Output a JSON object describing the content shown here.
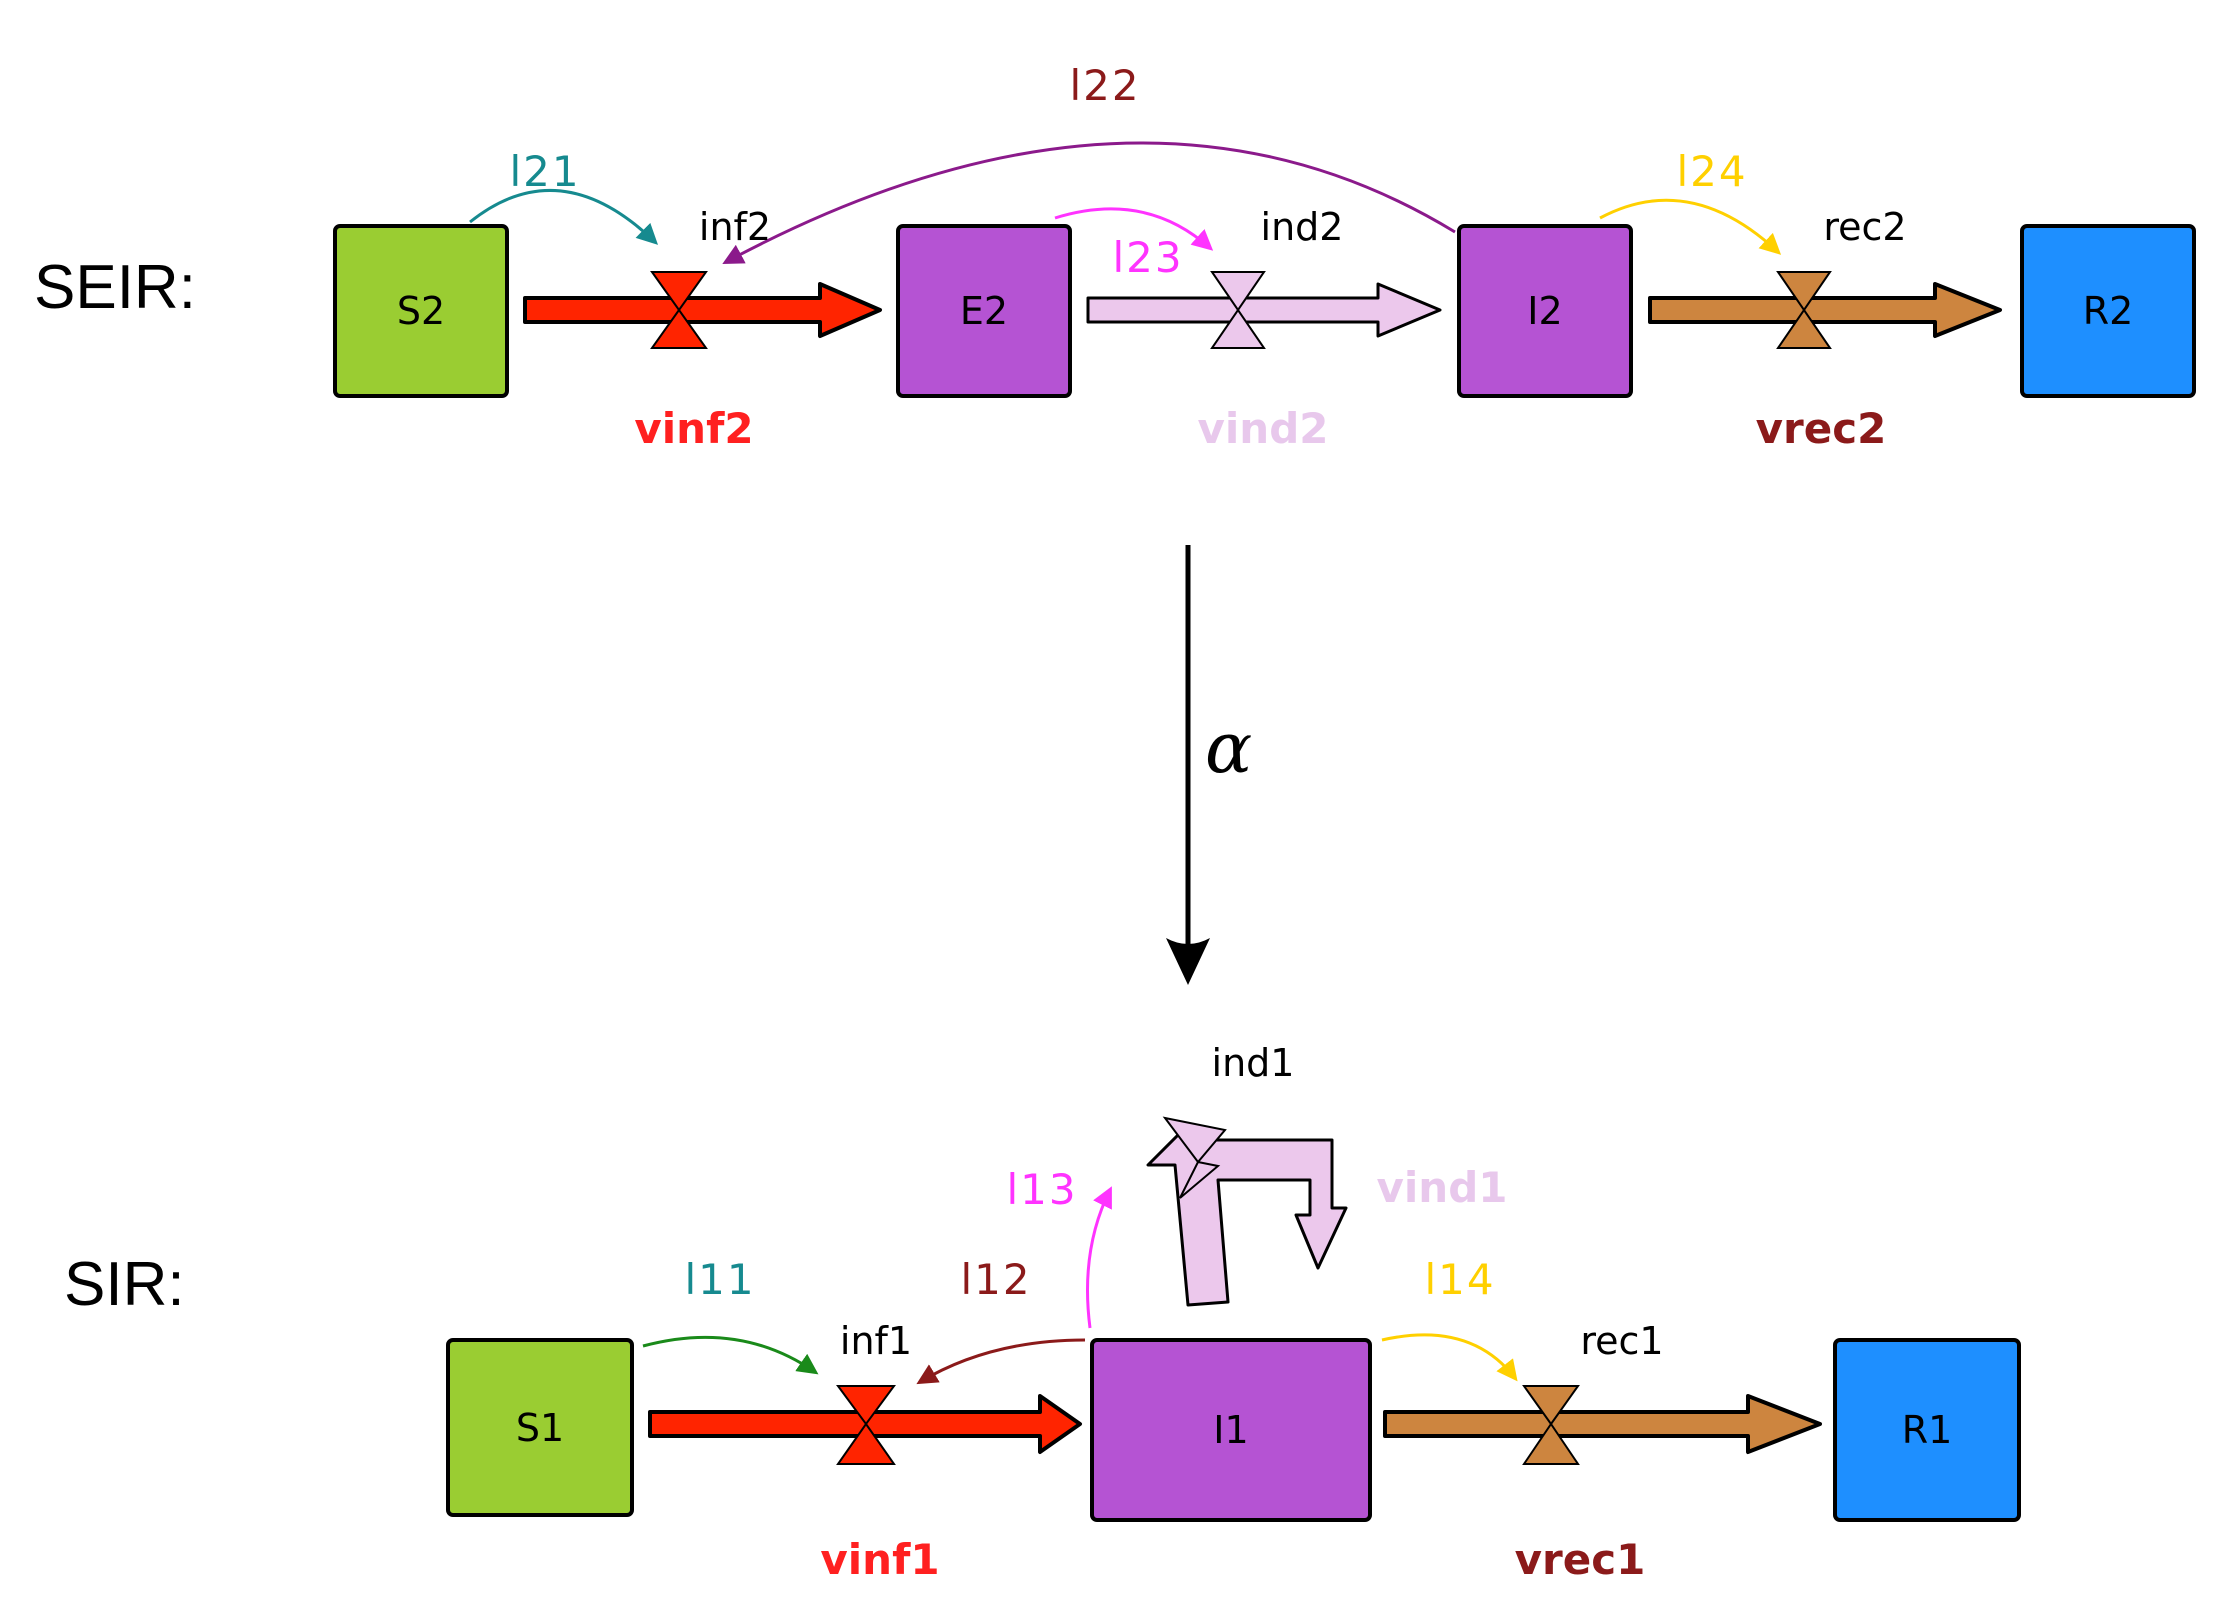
{
  "rows": {
    "seir_label": "SEIR:",
    "sir_label": "SIR:"
  },
  "mapping_label": "α",
  "seir": {
    "nodes": [
      {
        "id": "S2",
        "label": "S2",
        "color": "#9ACD32"
      },
      {
        "id": "E2",
        "label": "E2",
        "color": "#B553D3"
      },
      {
        "id": "I2",
        "label": "I2",
        "color": "#B553D3"
      },
      {
        "id": "R2",
        "label": "R2",
        "color": "#1E8FFF"
      }
    ],
    "reactions": [
      {
        "id": "inf2",
        "label": "inf2",
        "flux": "vinf2",
        "color": "#FF2400",
        "flux_color": "#FF2020"
      },
      {
        "id": "ind2",
        "label": "ind2",
        "flux": "vind2",
        "color": "#ECC8EC",
        "flux_color": "#E8C8EC"
      },
      {
        "id": "rec2",
        "label": "rec2",
        "flux": "vrec2",
        "color": "#CD853F",
        "flux_color": "#8B1A1A"
      }
    ],
    "links": [
      {
        "id": "l21",
        "label": "l21",
        "color": "#168A8F"
      },
      {
        "id": "l22",
        "label": "l22",
        "color": "#8B1A1A",
        "arc_color": "#8B1A8B"
      },
      {
        "id": "l23",
        "label": "l23",
        "color": "#FF33FF"
      },
      {
        "id": "l24",
        "label": "l24",
        "color": "#FFD000"
      }
    ]
  },
  "sir": {
    "nodes": [
      {
        "id": "S1",
        "label": "S1",
        "color": "#9ACD32"
      },
      {
        "id": "I1",
        "label": "I1",
        "color": "#B553D3"
      },
      {
        "id": "R1",
        "label": "R1",
        "color": "#1E8FFF"
      }
    ],
    "reactions": [
      {
        "id": "inf1",
        "label": "inf1",
        "flux": "vinf1",
        "color": "#FF2400",
        "flux_color": "#FF2020"
      },
      {
        "id": "ind1",
        "label": "ind1",
        "flux": "vind1",
        "color": "#ECC8EC",
        "flux_color": "#E8C8EC"
      },
      {
        "id": "rec1",
        "label": "rec1",
        "flux": "vrec1",
        "color": "#CD853F",
        "flux_color": "#8B1A1A"
      }
    ],
    "links": [
      {
        "id": "l11",
        "label": "l11",
        "color": "#168A8F",
        "arc_color": "#1A8A1A"
      },
      {
        "id": "l12",
        "label": "l12",
        "color": "#8B1A1A"
      },
      {
        "id": "l13",
        "label": "l13",
        "color": "#FF33FF"
      },
      {
        "id": "l14",
        "label": "l14",
        "color": "#FFD000"
      }
    ]
  }
}
